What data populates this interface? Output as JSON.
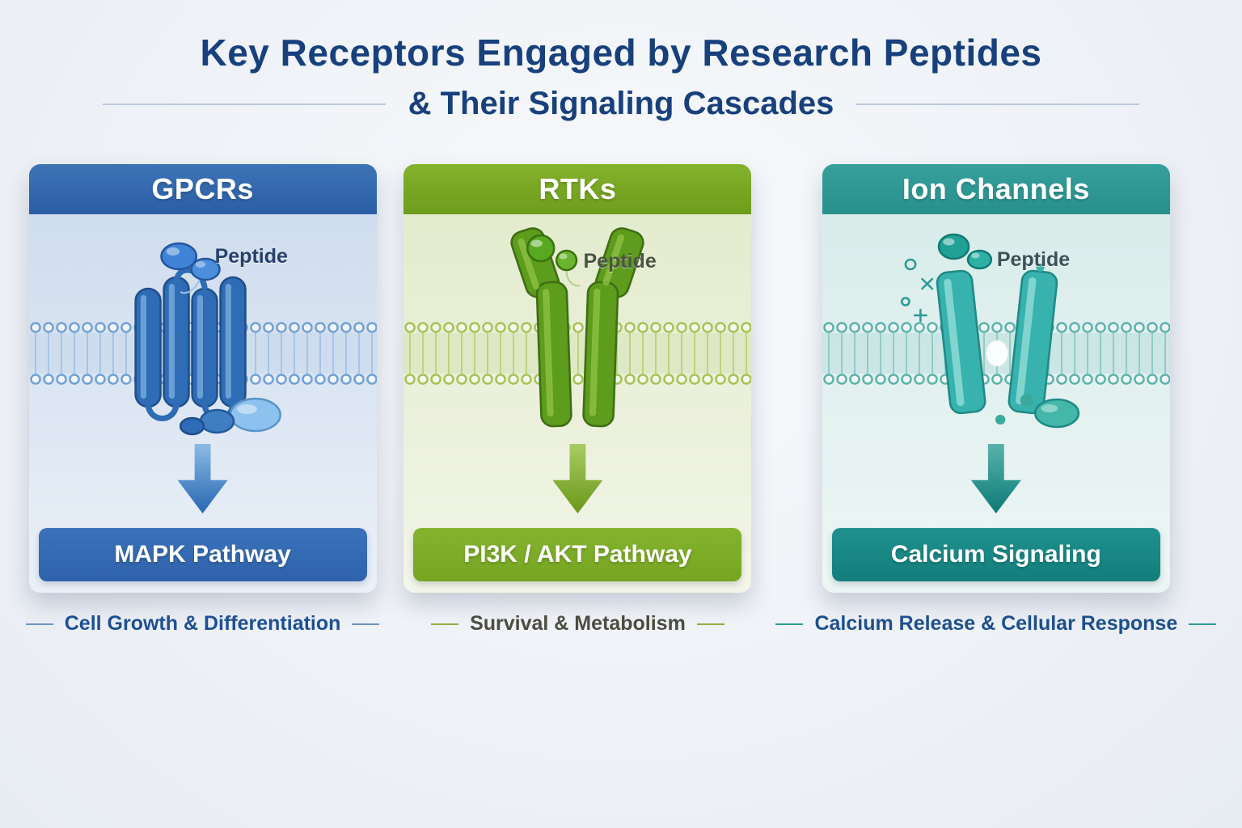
{
  "title": {
    "line1": "Key Receptors Engaged by Research Peptides",
    "line2": "& Their Signaling Cascades"
  },
  "cards": [
    {
      "title": "GPCRs",
      "peptide_label": "Peptide",
      "pathway": "MAPK Pathway",
      "caption": "Cell Growth & Differentiation",
      "accent": "#2e63ac"
    },
    {
      "title": "RTKs",
      "peptide_label": "Peptide",
      "pathway": "PI3K / AKT Pathway",
      "caption": "Survival & Metabolism",
      "accent": "#76a522"
    },
    {
      "title": "Ion Channels",
      "peptide_label": "Peptide",
      "pathway": "Calcium Signaling",
      "caption": "Calcium Release & Cellular Response",
      "accent": "#2f9b98"
    }
  ],
  "colors": {
    "title_text": "#17407c",
    "gpcr_header": "#2d5fa6",
    "rtk_header": "#76a522",
    "ion_header": "#2f9b98",
    "background": "#eef1f6"
  }
}
